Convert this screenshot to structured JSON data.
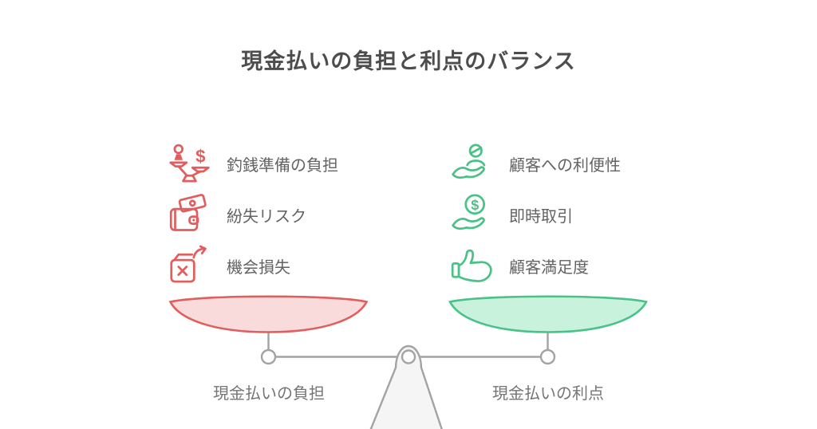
{
  "title": "現金払いの負担と利点のバランス",
  "left_panel": {
    "items": [
      {
        "icon": "balance-scale-person-dollar-icon",
        "text": "釣銭準備の負担"
      },
      {
        "icon": "wallet-banknote-icon",
        "text": "紛失リスク"
      },
      {
        "icon": "box-x-escape-arrow-icon",
        "text": "機会損失"
      }
    ],
    "pan_label": "現金払いの負担"
  },
  "right_panel": {
    "items": [
      {
        "icon": "hand-holding-person-icon",
        "text": "顧客への利便性"
      },
      {
        "icon": "hand-holding-dollar-coin-icon",
        "text": "即時取引"
      },
      {
        "icon": "thumbs-up-icon",
        "text": "顧客満足度"
      }
    ],
    "pan_label": "現金払いの利点"
  },
  "colors": {
    "negative": "#e05e5e",
    "negative_fill": "#fadbdb",
    "positive": "#4ac287",
    "positive_fill": "#c8f2dc",
    "structure": "#a3a3a3",
    "fulcrum_fill": "#f5f5f5",
    "title_text": "#4d4d4d",
    "item_text": "#636363",
    "label_text": "#757575"
  }
}
